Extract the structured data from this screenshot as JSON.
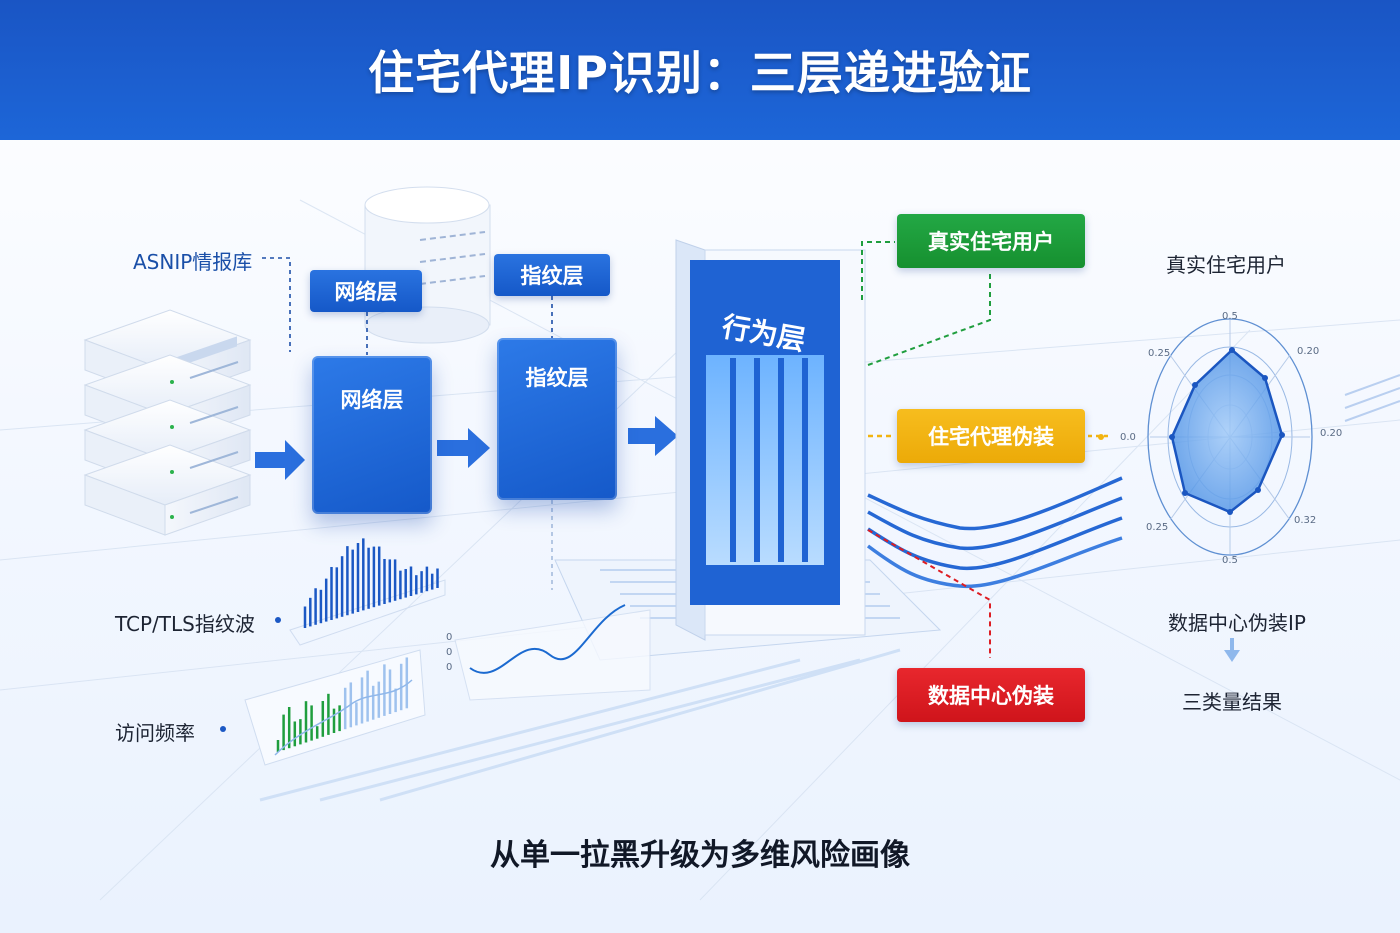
{
  "title": "住宅代理IP识别：三层递进验证",
  "footer": "从单一拉黑升级为多维风险画像",
  "left_labels": {
    "asnip": "ASNIP情报库",
    "tcp_tls": "TCP/TLS指纹波",
    "visit_freq": "访问频率"
  },
  "layers": {
    "network_tag": "网络层",
    "network_card": "网络层",
    "fingerprint_tag": "指纹层",
    "fingerprint_card": "指纹层",
    "behavior_card": "行为层"
  },
  "outcomes": {
    "real_user": "真实住宅用户",
    "residential_proxy": "住宅代理伪装",
    "datacenter": "数据中心伪装"
  },
  "right_panel": {
    "radar_title": "真实住宅用户",
    "radar_ticks": {
      "top": "0.5",
      "top_left": "0.25",
      "top_right": "0.20",
      "left": "0.0",
      "right": "0.20",
      "bottom_left": "0.25",
      "bottom_right": "0.32",
      "bottom": "0.5"
    },
    "datacenter_ip": "数据中心伪装IP",
    "result": "三类量结果"
  },
  "colors": {
    "header_blue": "#1a55c4",
    "card_blue": "#1d66d8",
    "green": "#1f9e3e",
    "yellow": "#f2b411",
    "red": "#dd1d23"
  }
}
